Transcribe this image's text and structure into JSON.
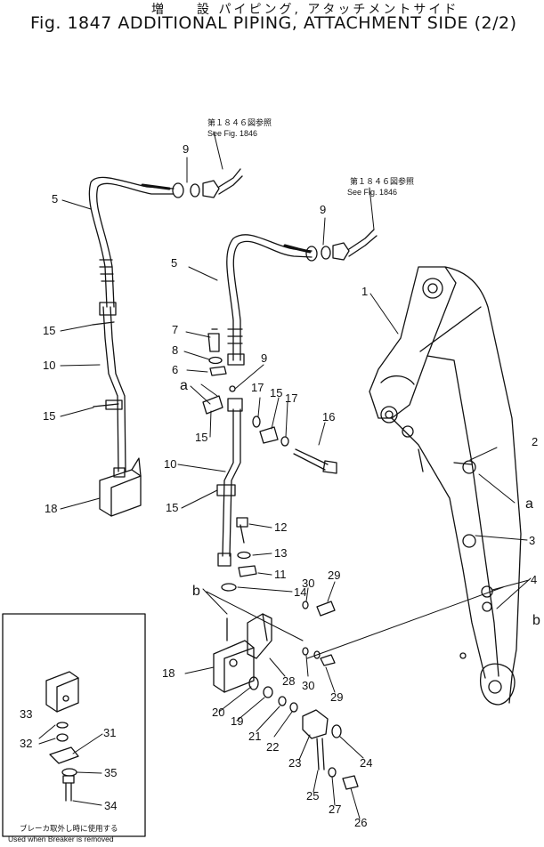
{
  "title_jp": "増　　設 パイピング, アタッチメントサイド",
  "title_en": "Fig. 1847 ADDITIONAL PIPING, ATTACHMENT SIDE (2/2)",
  "refs": [
    {
      "jp": "第１８４６図参照",
      "en": "See Fig. 1846"
    },
    {
      "jp": "第１８４６図参照",
      "en": "See Fig. 1846"
    }
  ],
  "inset_caption": {
    "jp": "ブレーカ取外し時に使用する",
    "en": "Used when Breaker is removed"
  },
  "callouts": {
    "n1": "1",
    "n2": "2",
    "n3": "3",
    "n4": "4",
    "n5a": "5",
    "n5b": "5",
    "n6": "6",
    "n7": "7",
    "n8": "8",
    "n9a": "9",
    "n9b": "9",
    "n9c": "9",
    "n10a": "10",
    "n10b": "10",
    "n11": "11",
    "n12": "12",
    "n13": "13",
    "n14": "14",
    "n15a": "15",
    "n15b": "15",
    "n15c": "15",
    "n15d": "15",
    "n15e": "15",
    "n16": "16",
    "n17a": "17",
    "n17b": "17",
    "n18a": "18",
    "n18b": "18",
    "n19": "19",
    "n20": "20",
    "n21": "21",
    "n22": "22",
    "n23": "23",
    "n24": "24",
    "n25": "25",
    "n26": "26",
    "n27": "27",
    "n28": "28",
    "n29a": "29",
    "n29b": "29",
    "n30a": "30",
    "n30b": "30",
    "n31": "31",
    "n32": "32",
    "n33": "33",
    "n34": "34",
    "n35": "35",
    "la1": "a",
    "la2": "a",
    "lb1": "b",
    "lb2": "b"
  }
}
